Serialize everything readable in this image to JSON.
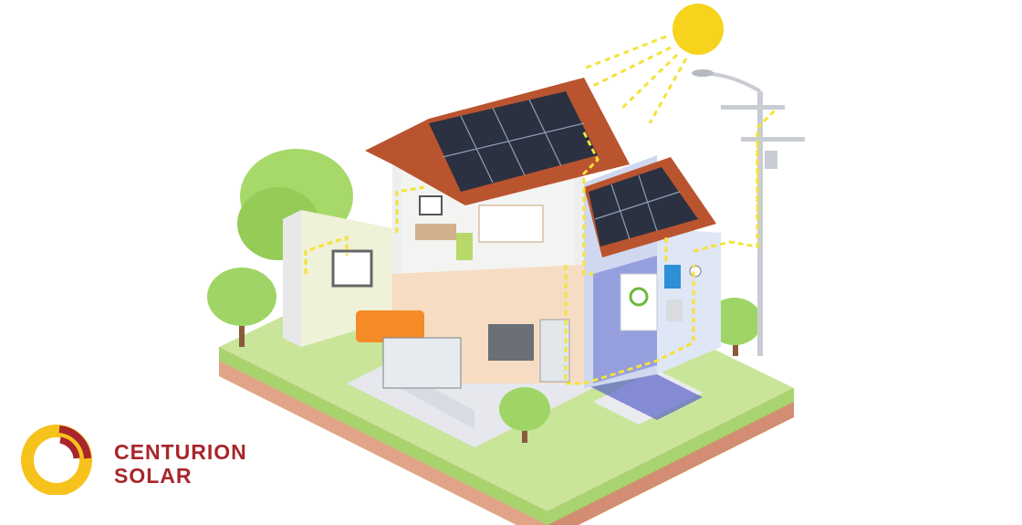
{
  "brand": {
    "name_line1": "CENTURION",
    "name_line2": "SOLAR",
    "colors": {
      "primary": "#a8262b",
      "accent": "#f6c21c"
    }
  },
  "scene": {
    "elements": [
      "sun-icon",
      "solar-panels",
      "house",
      "street-light",
      "utility-pole",
      "trees",
      "inverter",
      "battery",
      "meter"
    ]
  }
}
